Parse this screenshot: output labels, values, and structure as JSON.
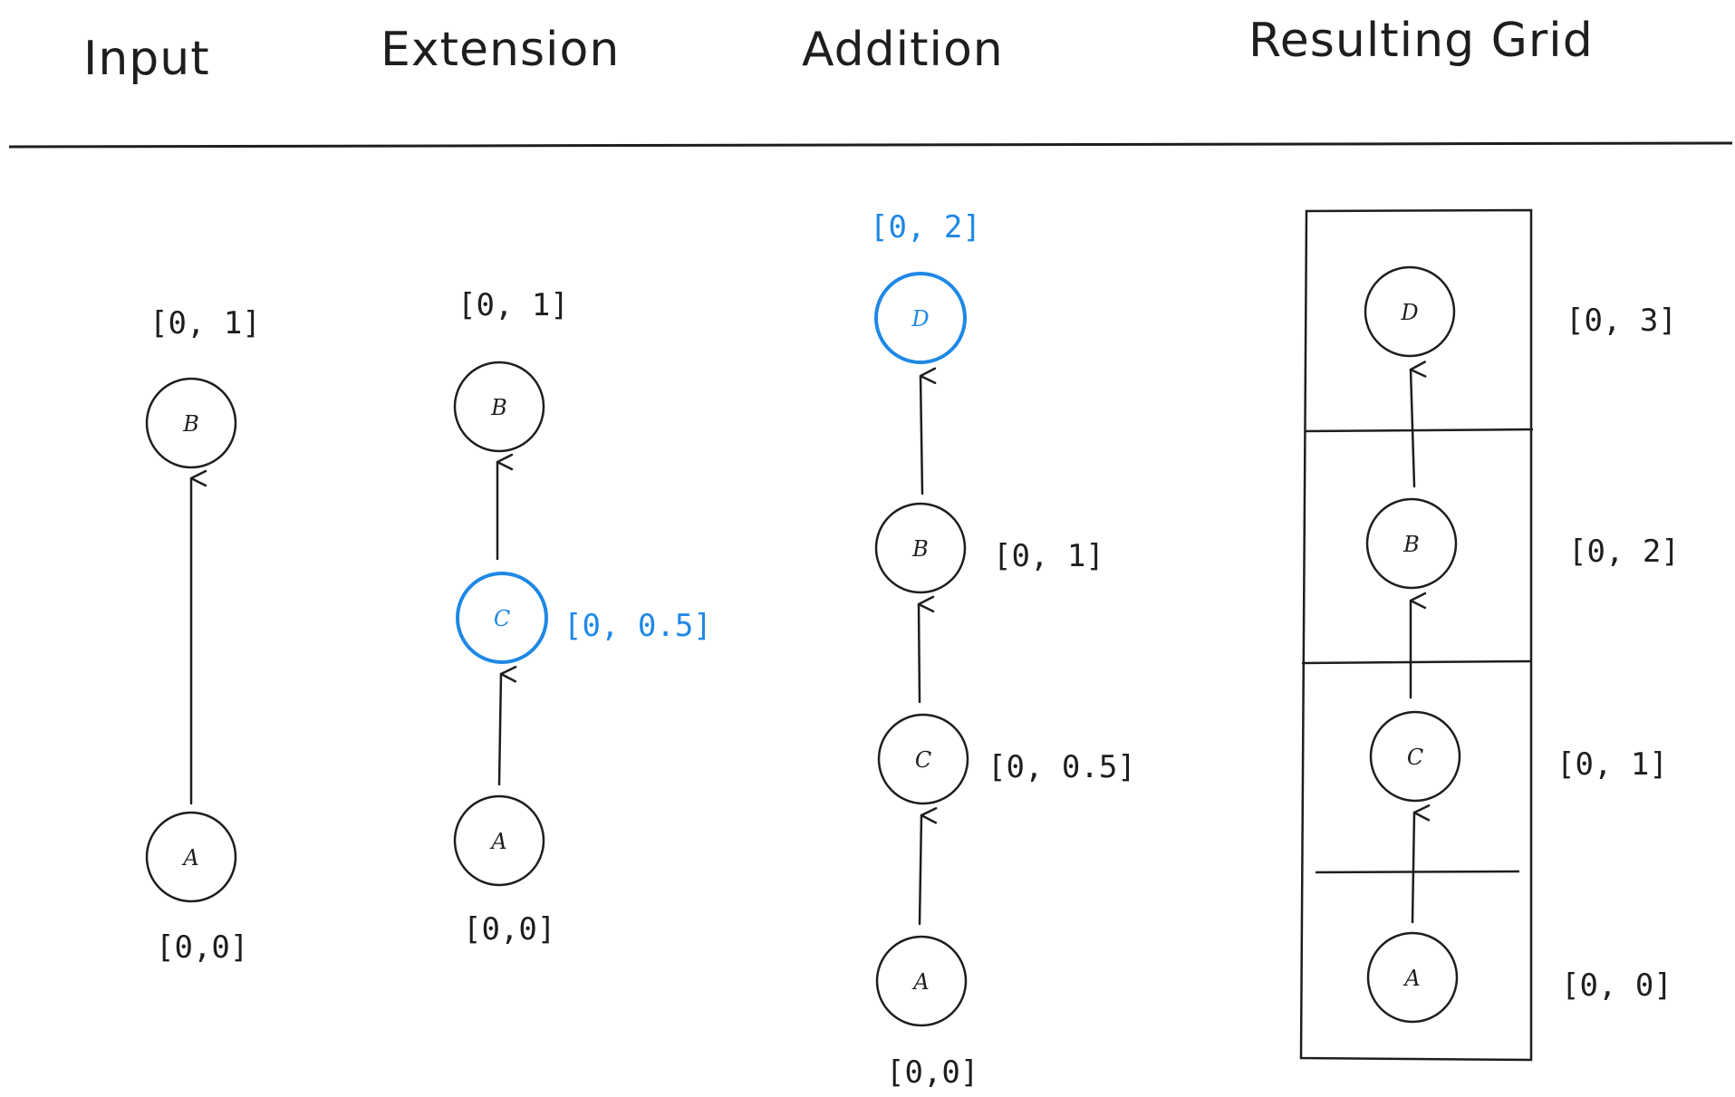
{
  "headings": {
    "input": "Input",
    "extension": "Extension",
    "addition": "Addition",
    "resulting_grid": "Resulting Grid"
  },
  "input": {
    "b_label": "B",
    "b_coord": "[0, 1]",
    "a_label": "A",
    "a_coord": "[0,0]"
  },
  "extension": {
    "b_label": "B",
    "b_coord": "[0, 1]",
    "c_label": "C",
    "c_coord": "[0, 0.5]",
    "a_label": "A",
    "a_coord": "[0,0]"
  },
  "addition": {
    "d_label": "D",
    "d_coord": "[0, 2]",
    "b_label": "B",
    "b_coord": "[0, 1]",
    "c_label": "C",
    "c_coord": "[0, 0.5]",
    "a_label": "A",
    "a_coord": "[0,0]"
  },
  "resulting_grid": {
    "d_label": "D",
    "d_coord": "[0, 3]",
    "b_label": "B",
    "b_coord": "[0, 2]",
    "c_label": "C",
    "c_coord": "[0, 1]",
    "a_label": "A",
    "a_coord": "[0, 0]"
  },
  "colors": {
    "ink": "#1e1e1e",
    "highlight": "#1e88e5"
  }
}
